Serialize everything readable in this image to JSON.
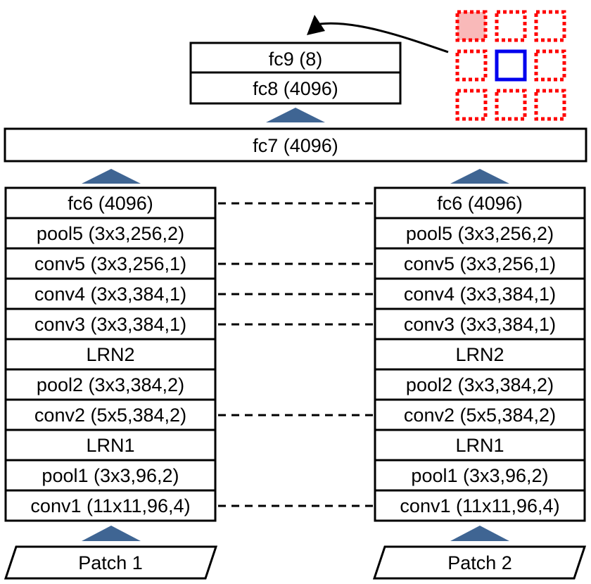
{
  "top_head": {
    "layers": [
      "fc9 (8)",
      "fc8 (4096)"
    ]
  },
  "shared": {
    "fc7_label": "fc7 (4096)"
  },
  "left_tower": {
    "layers": [
      "fc6 (4096)",
      "pool5 (3x3,256,2)",
      "conv5 (3x3,256,1)",
      "conv4 (3x3,384,1)",
      "conv3 (3x3,384,1)",
      "LRN2",
      "pool2 (3x3,384,2)",
      "conv2 (5x5,384,2)",
      "LRN1",
      "pool1 (3x3,96,2)",
      "conv1 (11x11,96,4)"
    ],
    "input_label": "Patch 1"
  },
  "right_tower": {
    "layers": [
      "fc6 (4096)",
      "pool5 (3x3,256,2)",
      "conv5 (3x3,256,1)",
      "conv4 (3x3,384,1)",
      "conv3 (3x3,384,1)",
      "LRN2",
      "pool2 (3x3,384,2)",
      "conv2 (5x5,384,2)",
      "LRN1",
      "pool1 (3x3,96,2)",
      "conv1 (11x11,96,4)"
    ],
    "input_label": "Patch 2"
  },
  "shared_weight_layers": [
    "fc6 (4096)",
    "conv5 (3x3,256,1)",
    "conv4 (3x3,384,1)",
    "conv3 (3x3,384,1)",
    "conv2 (5x5,384,2)",
    "conv1 (11x11,96,4)"
  ],
  "position_grid": {
    "rows": 3,
    "cols": 3,
    "center_cell": [
      1,
      1
    ],
    "highlighted_cell": [
      0,
      0
    ]
  },
  "colors": {
    "arrow": "#3f6593",
    "grid_dashed": "#ff0000",
    "grid_center": "#0000ee",
    "grid_highlight": "#f9b9b9"
  }
}
